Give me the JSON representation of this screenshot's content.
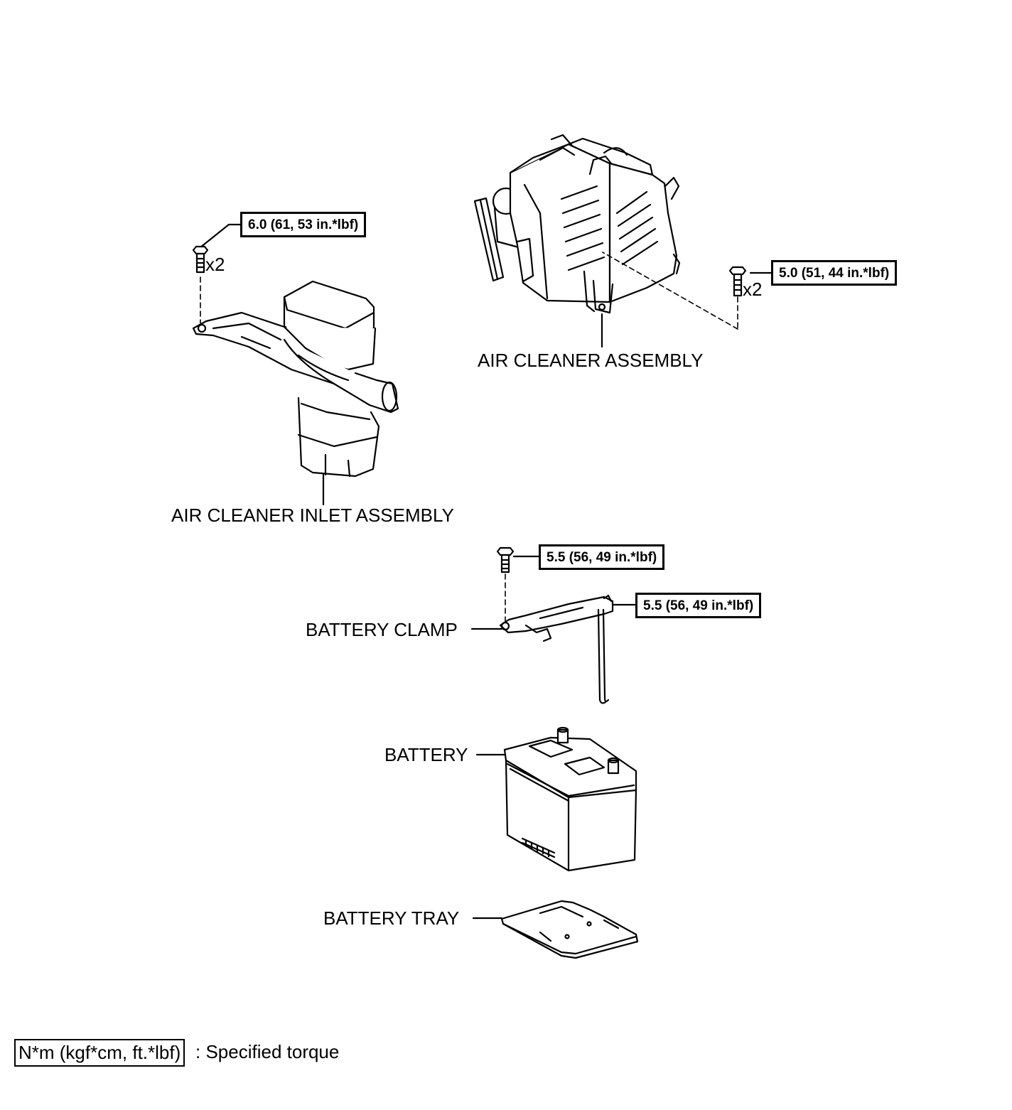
{
  "parts": {
    "air_cleaner_assembly": "AIR CLEANER ASSEMBLY",
    "air_cleaner_inlet_assembly": "AIR CLEANER INLET ASSEMBLY",
    "battery_clamp": "BATTERY CLAMP",
    "battery": "BATTERY",
    "battery_tray": "BATTERY TRAY"
  },
  "torques": {
    "inlet_bolt": "6.0 (61, 53 in.*lbf)",
    "air_cleaner_bolt": "5.0 (51, 44 in.*lbf)",
    "clamp_bolt": "5.5 (56, 49 in.*lbf)",
    "clamp_rod_nut": "5.5 (56, 49 in.*lbf)"
  },
  "quantities": {
    "inlet_bolt": "x2",
    "air_cleaner_bolt": "x2"
  },
  "legend": {
    "box_text": "N*m (kgf*cm, ft.*lbf)",
    "description": ": Specified torque"
  }
}
